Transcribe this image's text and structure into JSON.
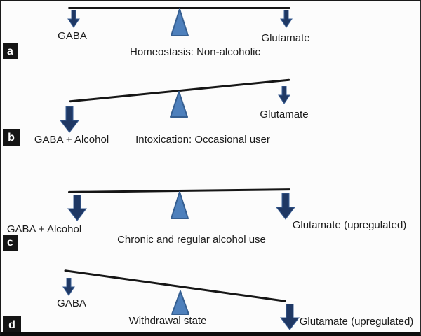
{
  "figure": {
    "description": "Balance diagram of GABA and Glutamate levels across alcohol use states"
  },
  "colors": {
    "arrow_fill": "#1F3864",
    "arrow_outline": "#3A5E94",
    "fulcrum_fill": "#4E80BC",
    "fulcrum_stroke": "#365F91",
    "beam": "#161616",
    "panel_label_bg": "#151515",
    "panel_label_text": "#FFFFFF",
    "background": "#FCFCFC",
    "text": "#1B1B1B"
  },
  "panels": [
    {
      "label": "a",
      "caption": "Homeostasis: Non-alcoholic",
      "beam_tilt": "level",
      "left": {
        "label": "GABA",
        "arrow": "small-down"
      },
      "right": {
        "label": "Glutamate",
        "arrow": "small-down"
      }
    },
    {
      "label": "b",
      "caption": "Intoxication: Occasional user",
      "beam_tilt": "left-down",
      "left": {
        "label": "GABA + Alcohol",
        "arrow": "large-down"
      },
      "right": {
        "label": "Glutamate",
        "arrow": "small-down"
      }
    },
    {
      "label": "c",
      "caption": "Chronic and regular alcohol use",
      "beam_tilt": "level",
      "left": {
        "label": "GABA + Alcohol",
        "arrow": "large-down"
      },
      "right": {
        "label": "Glutamate (upregulated)",
        "arrow": "large-down"
      }
    },
    {
      "label": "d",
      "caption": "Withdrawal state",
      "beam_tilt": "right-down",
      "left": {
        "label": "GABA",
        "arrow": "small-down"
      },
      "right": {
        "label": "Glutamate (upregulated)",
        "arrow": "large-down"
      }
    }
  ]
}
